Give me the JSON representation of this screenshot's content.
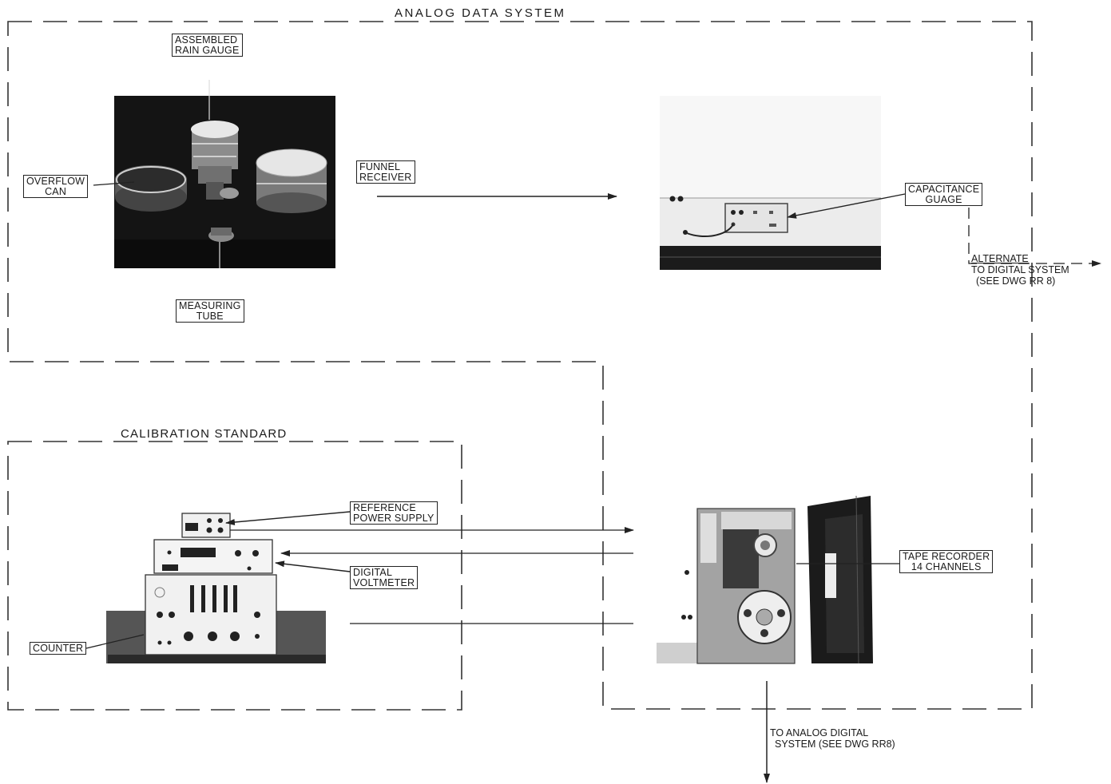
{
  "analog_system": {
    "title": "ANALOG  DATA  SYSTEM"
  },
  "calibration_standard": {
    "title": "CALIBRATION  STANDARD"
  },
  "labels": {
    "assembled_rain_gauge": [
      "ASSEMBLED",
      "RAIN GAUGE"
    ],
    "overflow_can": [
      "OVERFLOW",
      "CAN"
    ],
    "funnel_receiver": [
      "FUNNEL",
      "RECEIVER"
    ],
    "measuring_tube": [
      "MEASURING",
      "TUBE"
    ],
    "capacitance_guage": [
      "CAPACITANCE",
      "GUAGE"
    ],
    "reference_power_supply": [
      "REFERENCE",
      "POWER SUPPLY"
    ],
    "digital_voltmeter": [
      "DIGITAL",
      "VOLTMETER"
    ],
    "counter": [
      "COUNTER"
    ],
    "tape_recorder": [
      "TAPE RECORDER",
      "14 CHANNELS"
    ]
  },
  "notes": {
    "alternate": [
      "ALTERNATE",
      "TO DIGITAL SYSTEM",
      "(SEE DWG RR 8)"
    ],
    "to_analog_digital": [
      "TO ANALOG DIGITAL",
      "SYSTEM (SEE DWG RR8)"
    ]
  }
}
